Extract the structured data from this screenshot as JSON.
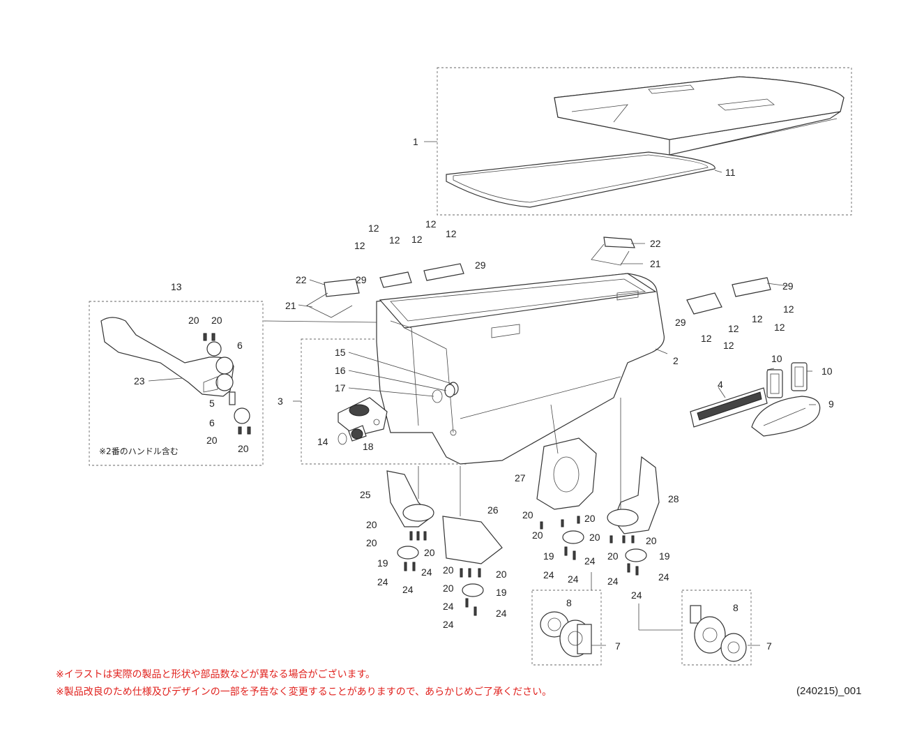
{
  "labels": {
    "p1": "1",
    "p11": "11",
    "p22a": "22",
    "p21a": "21",
    "p22b": "22",
    "p21b": "21",
    "p12a": "12",
    "p12b": "12",
    "p12c": "12",
    "p12d": "12",
    "p12e": "12",
    "p12f": "12",
    "p29a": "29",
    "p29b": "29",
    "p29c": "29",
    "p29d": "29",
    "p12g": "12",
    "p12h": "12",
    "p12i": "12",
    "p12j": "12",
    "p12k": "12",
    "p12l": "12",
    "p13": "13",
    "p20a": "20",
    "p20b": "20",
    "p6a": "6",
    "p23": "23",
    "p5": "5",
    "p6b": "6",
    "p20c": "20",
    "p20d": "20",
    "p2": "2",
    "p3": "3",
    "p15": "15",
    "p16": "16",
    "p17": "17",
    "p14": "14",
    "p18": "18",
    "p4": "4",
    "p10a": "10",
    "p10b": "10",
    "p9": "9",
    "p25": "25",
    "p26": "26",
    "p27": "27",
    "p28": "28",
    "p20e": "20",
    "p20f": "20",
    "p20g": "20",
    "p19a": "19",
    "p24a": "24",
    "p24b": "24",
    "p24c": "24",
    "p20h": "20",
    "p20i": "20",
    "p20j": "20",
    "p19b": "19",
    "p24d": "24",
    "p24e": "24",
    "p24f": "24",
    "p20k": "20",
    "p20l": "20",
    "p20m": "20",
    "p19c": "19",
    "p24g": "24",
    "p24h": "24",
    "p20n": "20",
    "p20o": "20",
    "p20p": "20",
    "p19d": "19",
    "p24i": "24",
    "p24j": "24",
    "p24k": "24",
    "p8a": "8",
    "p7a": "7",
    "p8b": "8",
    "p7b": "7"
  },
  "handle_note": "※2番のハンドル含む",
  "notes": [
    "※イラストは実際の製品と形状や部品数などが異なる場合がございます。",
    "※製品改良のため仕様及びデザインの一部を予告なく変更することがありますので、あらかじめご了承ください。"
  ],
  "doc_code": "(240215)_001"
}
